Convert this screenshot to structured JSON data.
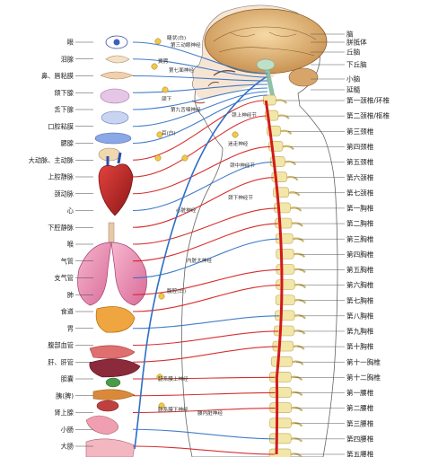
{
  "left_labels": [
    {
      "key": "eye",
      "text": "眼"
    },
    {
      "key": "lacrimal",
      "text": "泪腺"
    },
    {
      "key": "nose-ear-gland",
      "text": "鼻、唇粘膜"
    },
    {
      "key": "submandibular",
      "text": "颌下腺"
    },
    {
      "key": "sublingual",
      "text": "舌下腺"
    },
    {
      "key": "oral-mucosa",
      "text": "口腔粘膜"
    },
    {
      "key": "parotid",
      "text": "腮腺"
    },
    {
      "key": "aorta",
      "text": "大动脉、主动脉"
    },
    {
      "key": "svc",
      "text": "上腔静脉"
    },
    {
      "key": "carotid",
      "text": "颈动脉"
    },
    {
      "key": "heart",
      "text": "心"
    },
    {
      "key": "ivc",
      "text": "下腔静脉"
    },
    {
      "key": "larynx",
      "text": "喉"
    },
    {
      "key": "trachea",
      "text": "气管"
    },
    {
      "key": "bronchi",
      "text": "支气管"
    },
    {
      "key": "lung",
      "text": "肺"
    },
    {
      "key": "esophagus",
      "text": "食道"
    },
    {
      "key": "stomach",
      "text": "胃"
    },
    {
      "key": "abdominal-vessels",
      "text": "腹部血管"
    },
    {
      "key": "liver-bile",
      "text": "肝、肝管"
    },
    {
      "key": "gallbladder",
      "text": "胆囊"
    },
    {
      "key": "pancreas",
      "text": "胰(脾)"
    },
    {
      "key": "adrenal",
      "text": "肾上腺"
    },
    {
      "key": "small-intestine",
      "text": "小肠"
    },
    {
      "key": "large-intestine",
      "text": "大肠"
    }
  ],
  "right_labels": [
    {
      "key": "brain",
      "text": "脑"
    },
    {
      "key": "corpus-callosum",
      "text": "胼胝体"
    },
    {
      "key": "thalamus",
      "text": "丘脑"
    },
    {
      "key": "hypothalamus",
      "text": "下丘脑"
    },
    {
      "key": "cerebellum",
      "text": "小脑"
    },
    {
      "key": "brainstem",
      "text": "延髓"
    },
    {
      "key": "c1",
      "text": "第一颈椎/环椎"
    },
    {
      "key": "c2",
      "text": "第二颈椎/枢椎"
    },
    {
      "key": "c3",
      "text": "第三颈椎"
    },
    {
      "key": "c4",
      "text": "第四颈椎"
    },
    {
      "key": "c5",
      "text": "第五颈椎"
    },
    {
      "key": "c6",
      "text": "第六颈椎"
    },
    {
      "key": "c7",
      "text": "第七颈椎"
    },
    {
      "key": "t1",
      "text": "第一胸椎"
    },
    {
      "key": "t2",
      "text": "第二胸椎"
    },
    {
      "key": "t3",
      "text": "第三胸椎"
    },
    {
      "key": "t4",
      "text": "第四胸椎"
    },
    {
      "key": "t5",
      "text": "第五胸椎"
    },
    {
      "key": "t6",
      "text": "第六胸椎"
    },
    {
      "key": "t7",
      "text": "第七胸椎"
    },
    {
      "key": "t8",
      "text": "第八胸椎"
    },
    {
      "key": "t9",
      "text": "第九胸椎"
    },
    {
      "key": "t10",
      "text": "第十胸椎"
    },
    {
      "key": "t11",
      "text": "第十一胸椎"
    },
    {
      "key": "t12",
      "text": "第十二胸椎"
    },
    {
      "key": "l1",
      "text": "第一腰椎"
    },
    {
      "key": "l2",
      "text": "第二腰椎"
    },
    {
      "key": "l3",
      "text": "第三腰椎"
    },
    {
      "key": "l4",
      "text": "第四腰椎"
    },
    {
      "key": "l5",
      "text": "第五腰椎"
    }
  ],
  "mid_labels": [
    {
      "key": "ciliary",
      "text": "睫状(白)"
    },
    {
      "key": "cn3",
      "text": "第三动眼神经"
    },
    {
      "key": "pterygo",
      "text": "翼腭"
    },
    {
      "key": "cn7",
      "text": "第七面神经"
    },
    {
      "key": "submand-g",
      "text": "颌下"
    },
    {
      "key": "cn9",
      "text": "第九舌咽神经"
    },
    {
      "key": "otic",
      "text": "耳(白)"
    },
    {
      "key": "cn10",
      "text": "迷走神经"
    },
    {
      "key": "sup-cervical",
      "text": "颈上神经节"
    },
    {
      "key": "mid-cervical",
      "text": "颈中神经节"
    },
    {
      "key": "inf-cervical",
      "text": "颈下神经节"
    },
    {
      "key": "cardiac",
      "text": "心脏神经"
    },
    {
      "key": "greater-splanch",
      "text": "内脏大神经"
    },
    {
      "key": "celiac",
      "text": "腹腔(白)"
    },
    {
      "key": "sup-mes",
      "text": "肠系膜上神经"
    },
    {
      "key": "inf-mes",
      "text": "肠系膜下神经"
    },
    {
      "key": "lumbar-splanch",
      "text": "腰内脏神经"
    }
  ],
  "colors": {
    "sympathetic": "#d11a1a",
    "parasympathetic": "#2e6fc4",
    "vertebra": "#f2e6a8",
    "vertebra_edge": "#c9b36a",
    "skin": "#f3d9c0",
    "brain": "#e9c48f",
    "tree": "#3f8a8f"
  }
}
